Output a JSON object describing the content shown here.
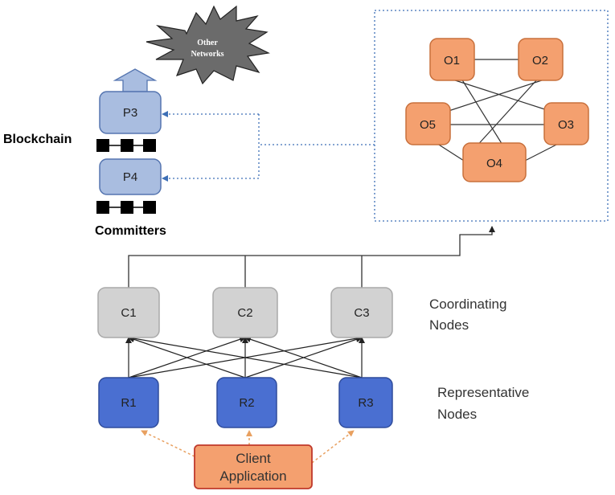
{
  "blockchain_label": "Blockchain",
  "committers_label": "Committers",
  "other_networks_line1": "Other",
  "other_networks_line2": "Networks",
  "peers": [
    {
      "id": "p3",
      "label": "P3"
    },
    {
      "id": "p4",
      "label": "P4"
    }
  ],
  "orderers": [
    {
      "id": "o1",
      "label": "O1"
    },
    {
      "id": "o2",
      "label": "O2"
    },
    {
      "id": "o5",
      "label": "O5"
    },
    {
      "id": "o3",
      "label": "O3"
    },
    {
      "id": "o4",
      "label": "O4"
    }
  ],
  "coordinating": {
    "label_line1": "Coordinating",
    "label_line2": "Nodes",
    "nodes": [
      {
        "id": "c1",
        "label": "C1"
      },
      {
        "id": "c2",
        "label": "C2"
      },
      {
        "id": "c3",
        "label": "C3"
      }
    ]
  },
  "representative": {
    "label_line1": "Representative",
    "label_line2": "Nodes",
    "nodes": [
      {
        "id": "r1",
        "label": "R1"
      },
      {
        "id": "r2",
        "label": "R2"
      },
      {
        "id": "r3",
        "label": "R3"
      }
    ]
  },
  "client": {
    "line1": "Client",
    "line2": "Application"
  },
  "colors": {
    "peer_fill": "#a9bde0",
    "peer_stroke": "#5575b0",
    "orderer_fill": "#f4a06f",
    "orderer_stroke": "#c8703c",
    "coord_fill": "#d2d2d2",
    "coord_stroke": "#a9a9a9",
    "rep_fill": "#4a6fd1",
    "rep_stroke": "#2f4c9c",
    "client_fill": "#f4a06f",
    "client_stroke": "#c0392b",
    "dotted": "#3d6fb6"
  }
}
